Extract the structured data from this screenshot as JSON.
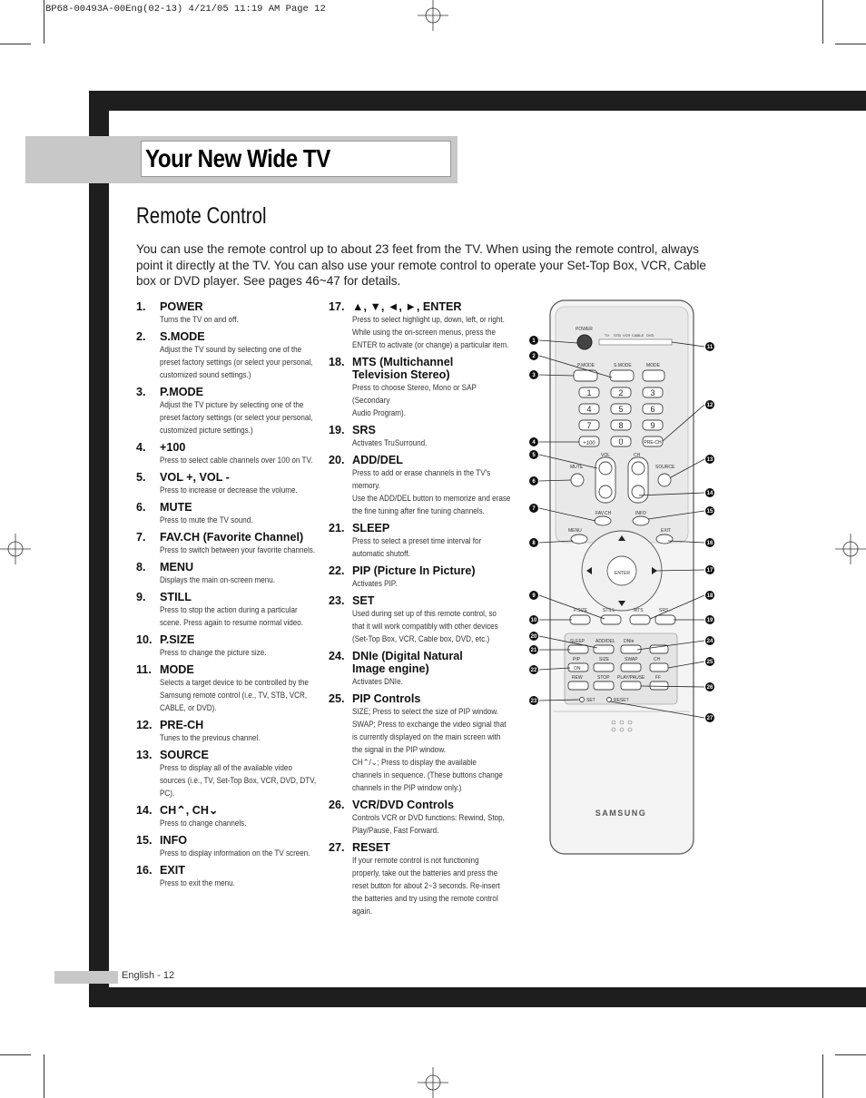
{
  "slug": "BP68-00493A-00Eng(02-13)   4/21/05   11:19 AM   Page 12",
  "header": {
    "title": "Your New Wide TV"
  },
  "section_title": "Remote Control",
  "intro": "You can use the remote control up to about 23 feet from the TV. When using the remote control, always point it directly at the TV. You can also use your remote control to operate your Set-Top Box, VCR, Cable box or DVD player. See pages 46~47 for details.",
  "items_col1": [
    {
      "num": "1.",
      "title": "POWER",
      "desc": "Turns the TV on and off."
    },
    {
      "num": "2.",
      "title": "S.MODE",
      "desc": "Adjust the TV sound by selecting one of the\npreset factory settings (or select your personal,\ncustomized sound settings.)"
    },
    {
      "num": "3.",
      "title": "P.MODE",
      "desc": "Adjust the TV picture by selecting one of the\npreset factory settings (or select your personal,\ncustomized picture settings.)"
    },
    {
      "num": "4.",
      "title": "+100",
      "desc": "Press to select cable channels over 100 on TV."
    },
    {
      "num": "5.",
      "title": "VOL +, VOL -",
      "desc": "Press to increase or decrease the volume."
    },
    {
      "num": "6.",
      "title": "MUTE",
      "desc": "Press to mute the TV sound."
    },
    {
      "num": "7.",
      "title": "FAV.CH (Favorite Channel)",
      "desc": "Press to switch between your favorite channels."
    },
    {
      "num": "8.",
      "title": "MENU",
      "desc": "Displays the main on-screen menu."
    },
    {
      "num": "9.",
      "title": "STILL",
      "desc": "Press to stop the action during a particular\nscene. Press again to resume normal video."
    },
    {
      "num": "10.",
      "title": "P.SIZE",
      "desc": "Press to change the picture size."
    },
    {
      "num": "11.",
      "title": "MODE",
      "desc": "Selects a target device to be controlled by the\nSamsung remote control (i.e., TV, STB, VCR,\nCABLE, or DVD)."
    },
    {
      "num": "12.",
      "title": "PRE-CH",
      "desc": "Tunes to the previous channel."
    },
    {
      "num": "13.",
      "title": "SOURCE",
      "desc": "Press to display all of the available video\nsources (i.e., TV, Set-Top Box, VCR, DVD, DTV,\nPC)."
    },
    {
      "num": "14.",
      "title": "CH⌃, CH⌄",
      "desc": "Press to change channels."
    },
    {
      "num": "15.",
      "title": "INFO",
      "desc": "Press to display information on the TV screen."
    },
    {
      "num": "16.",
      "title": "EXIT",
      "desc": "Press to exit the menu."
    }
  ],
  "items_col2": [
    {
      "num": "17.",
      "title": "▲, ▼, ◄, ►, ENTER",
      "desc": "Press to select highlight up, down, left, or right.\nWhile using the on-screen menus, press the\nENTER to activate (or change) a particular item."
    },
    {
      "num": "18.",
      "title": "MTS (Multichannel\nTelevision Stereo)",
      "desc": "Press to choose Stereo, Mono or SAP (Secondary\nAudio Program)."
    },
    {
      "num": "19.",
      "title": "SRS",
      "desc": "Activates TruSurround."
    },
    {
      "num": "20.",
      "title": "ADD/DEL",
      "desc": "Press to add or erase channels in the TV's\nmemory.\nUse the ADD/DEL button to memorize and erase\nthe fine tuning after fine tuning channels."
    },
    {
      "num": "21.",
      "title": "SLEEP",
      "desc": "Press to select a preset time interval for\nautomatic shutoff."
    },
    {
      "num": "22.",
      "title": "PIP (Picture In Picture)",
      "desc": "Activates PIP."
    },
    {
      "num": "23.",
      "title": "SET",
      "desc": "Used during set up of this remote control, so\nthat it will work compatibly with other devices\n(Set-Top Box, VCR, Cable box, DVD, etc.)"
    },
    {
      "num": "24.",
      "title": "DNIe (Digital Natural\nImage engine)",
      "desc": "Activates DNIe."
    },
    {
      "num": "25.",
      "title": "PIP Controls",
      "desc": "SIZE; Press to select the size of PIP window.\nSWAP; Press to exchange the video signal that\nis currently displayed on the main screen with\nthe signal in the PIP window.\nCH⌃/⌄; Press to display the available\nchannels in sequence. (These buttons change\nchannels in the PIP window only.)"
    },
    {
      "num": "26.",
      "title": "VCR/DVD Controls",
      "desc": "Controls VCR or DVD functions: Rewind, Stop,\nPlay/Pause, Fast Forward."
    },
    {
      "num": "27.",
      "title": "RESET",
      "desc": "If your remote control is not functioning\nproperly, take out the batteries and press the\nreset button for about 2~3 seconds.  Re-insert\nthe batteries and try using the remote control\nagain."
    }
  ],
  "remote": {
    "power": "POWER",
    "modes": [
      "TV",
      "STB",
      "VCR",
      "CABLE",
      "DVD"
    ],
    "pmode": "P.MODE",
    "smode": "S.MODE",
    "mode": "MODE",
    "digits": [
      "1",
      "2",
      "3",
      "4",
      "5",
      "6",
      "7",
      "8",
      "9"
    ],
    "plus100": "+100",
    "zero": "0",
    "prech": "PRE-CH",
    "vol": "VOL",
    "ch": "CH",
    "mute": "MUTE",
    "source": "SOURCE",
    "favch": "FAV.CH",
    "info": "INFO",
    "menu": "MENU",
    "exit": "EXIT",
    "enter": "ENTER",
    "psize": "P.SIZE",
    "still": "STILL",
    "mts": "MTS",
    "srs": "SRS",
    "sleep": "SLEEP",
    "adddel": "ADD/DEL",
    "dnie": "DNIe",
    "pip": "PIP",
    "on": "ON",
    "size": "SIZE",
    "swap": "SWAP",
    "pipch": "CH",
    "rew": "REW",
    "stop": "STOP",
    "playpause": "PLAY/PAUSE",
    "ff": "FF",
    "set": "SET",
    "reset": "RESET",
    "brand": "SAMSUNG",
    "callouts_left": [
      "1",
      "2",
      "3",
      "4",
      "5",
      "6",
      "7",
      "8",
      "9",
      "10",
      "20",
      "21",
      "22",
      "23"
    ],
    "callouts_right": [
      "11",
      "12",
      "13",
      "14",
      "15",
      "16",
      "17",
      "18",
      "19",
      "24",
      "25",
      "26",
      "27"
    ]
  },
  "footer": "English - 12"
}
